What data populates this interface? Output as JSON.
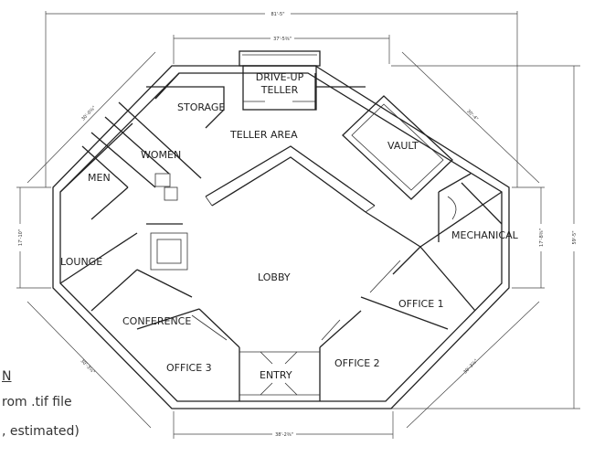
{
  "rooms": {
    "drive_up_1": "DRIVE-UP",
    "drive_up_2": "TELLER",
    "storage": "STORAGE",
    "teller_area": "TELLER AREA",
    "vault": "VAULT",
    "women": "WOMEN",
    "men": "MEN",
    "mechanical": "MECHANICAL",
    "lounge": "LOUNGE",
    "lobby": "LOBBY",
    "office1": "OFFICE 1",
    "conference": "CONFERENCE",
    "office3": "OFFICE 3",
    "office2": "OFFICE 2",
    "entry": "ENTRY"
  },
  "dimensions": {
    "overall_width": "81'-5\"",
    "top_width": "37'-5⅜\"",
    "bottom_width": "38'-2⅜\"",
    "overall_depth": "59'-5\"",
    "left_side": "17'-10\"",
    "right_side": "17'-8⅜\"",
    "upper_left_diag": "30'-0⅜\"",
    "upper_right_diag": "30'-4\"",
    "lower_left_diag": "30'-3¼\"",
    "lower_right_diag": "30'-3⅞\""
  },
  "notes": {
    "line1": "N",
    "line2": "rom .tif file",
    "line3": ", estimated)"
  }
}
